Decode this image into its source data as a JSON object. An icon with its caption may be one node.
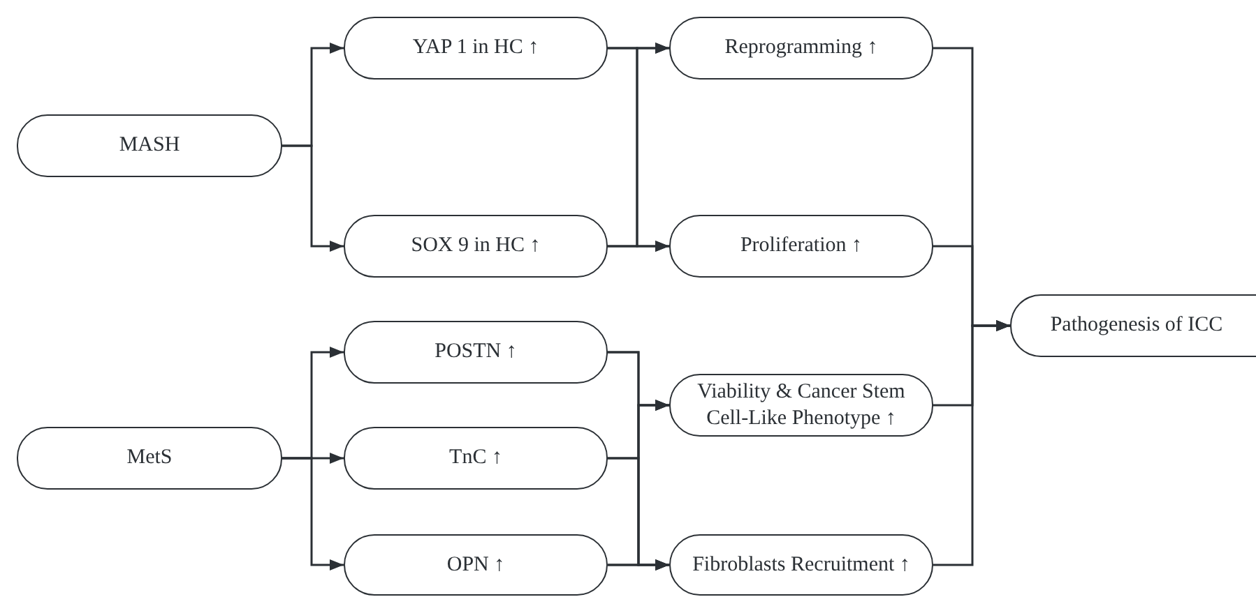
{
  "diagram": {
    "nodes": [
      {
        "text": [
          "MASH"
        ]
      },
      {
        "text": [
          "YAP 1 in HC ↑"
        ]
      },
      {
        "text": [
          "SOX 9  in HC ↑"
        ]
      },
      {
        "text": [
          "Reprogramming ↑"
        ]
      },
      {
        "text": [
          "Proliferation ↑"
        ]
      },
      {
        "text": [
          "MetS"
        ]
      },
      {
        "text": [
          "POSTN ↑"
        ]
      },
      {
        "text": [
          "TnC ↑"
        ]
      },
      {
        "text": [
          "OPN ↑"
        ]
      },
      {
        "text": [
          "Viability & Cancer Stem Cell-Like Phenotype ↑"
        ]
      },
      {
        "text": [
          "Fibroblasts Recruitment ↑"
        ]
      },
      {
        "text": [
          "Pathogenesis of ICC"
        ]
      }
    ],
    "edges": [
      {
        "from": 0,
        "to": 1,
        "arrow": "to"
      },
      {
        "from": 0,
        "to": 2,
        "arrow": "to"
      },
      {
        "from": 1,
        "to": 3,
        "arrow": "to"
      },
      {
        "from": 1,
        "to": 4,
        "arrow": "to"
      },
      {
        "from": 2,
        "to": 3,
        "arrow": "to"
      },
      {
        "from": 2,
        "to": 4,
        "arrow": "to"
      },
      {
        "from": 5,
        "to": 6,
        "arrow": "to"
      },
      {
        "from": 5,
        "to": 7,
        "arrow": "to"
      },
      {
        "from": 5,
        "to": 8,
        "arrow": "to"
      },
      {
        "from": 6,
        "to": 9,
        "arrow": "to"
      },
      {
        "from": 6,
        "to": 10,
        "arrow": "to"
      },
      {
        "from": 7,
        "to": 9,
        "arrow": "to"
      },
      {
        "from": 7,
        "to": 10,
        "arrow": "to"
      },
      {
        "from": 8,
        "to": 9,
        "arrow": "to"
      },
      {
        "from": 8,
        "to": 10,
        "arrow": "to"
      },
      {
        "from": 3,
        "to": 11,
        "arrow": "to"
      },
      {
        "from": 4,
        "to": 11,
        "arrow": "to"
      },
      {
        "from": 9,
        "to": 11,
        "arrow": "to"
      },
      {
        "from": 10,
        "to": 11,
        "arrow": "to"
      }
    ]
  }
}
